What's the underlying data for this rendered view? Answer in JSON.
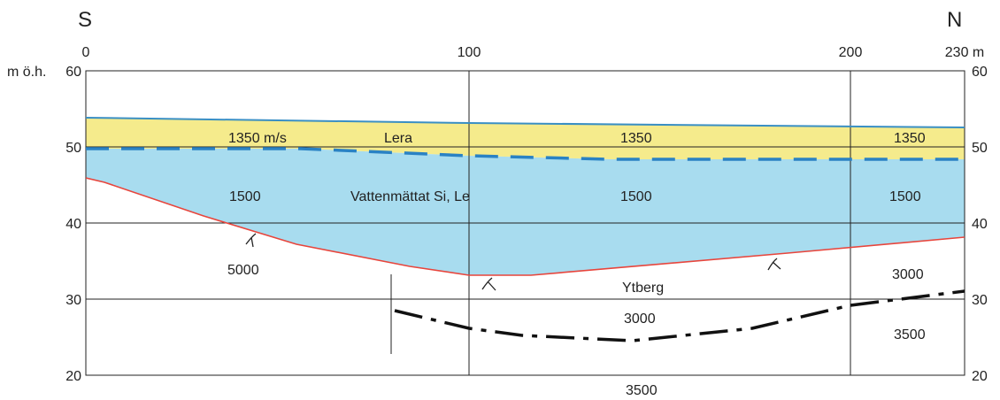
{
  "directions": {
    "left": "S",
    "right": "N"
  },
  "distance_axis": {
    "ticks": [
      "0",
      "100",
      "200"
    ],
    "end_label": "230 m"
  },
  "elevation_axis": {
    "unit": "m ö.h.",
    "ticks": [
      "60",
      "50",
      "40",
      "30",
      "20"
    ],
    "right_ticks": [
      "60",
      "50",
      "40",
      "30",
      "20"
    ]
  },
  "layers": {
    "lera": {
      "name": "Lera",
      "color": "#f5eb8c",
      "velocities": [
        "1350 m/s",
        "1350",
        "1350"
      ]
    },
    "water_saturated": {
      "name": "Vattenmättat Si, Le",
      "color": "#a8dcef",
      "velocities": [
        "1500",
        "1500",
        "1500"
      ]
    },
    "bedrock": {
      "name": "Ytberg",
      "velocities": [
        "5000",
        "3000",
        "3000",
        "3500",
        "3500"
      ]
    }
  },
  "line_colors": {
    "ground_surface": "#3a8fc4",
    "groundwater": "#2a82c4",
    "bedrock_surface": "#e8453c",
    "refractor": "#111111"
  }
}
